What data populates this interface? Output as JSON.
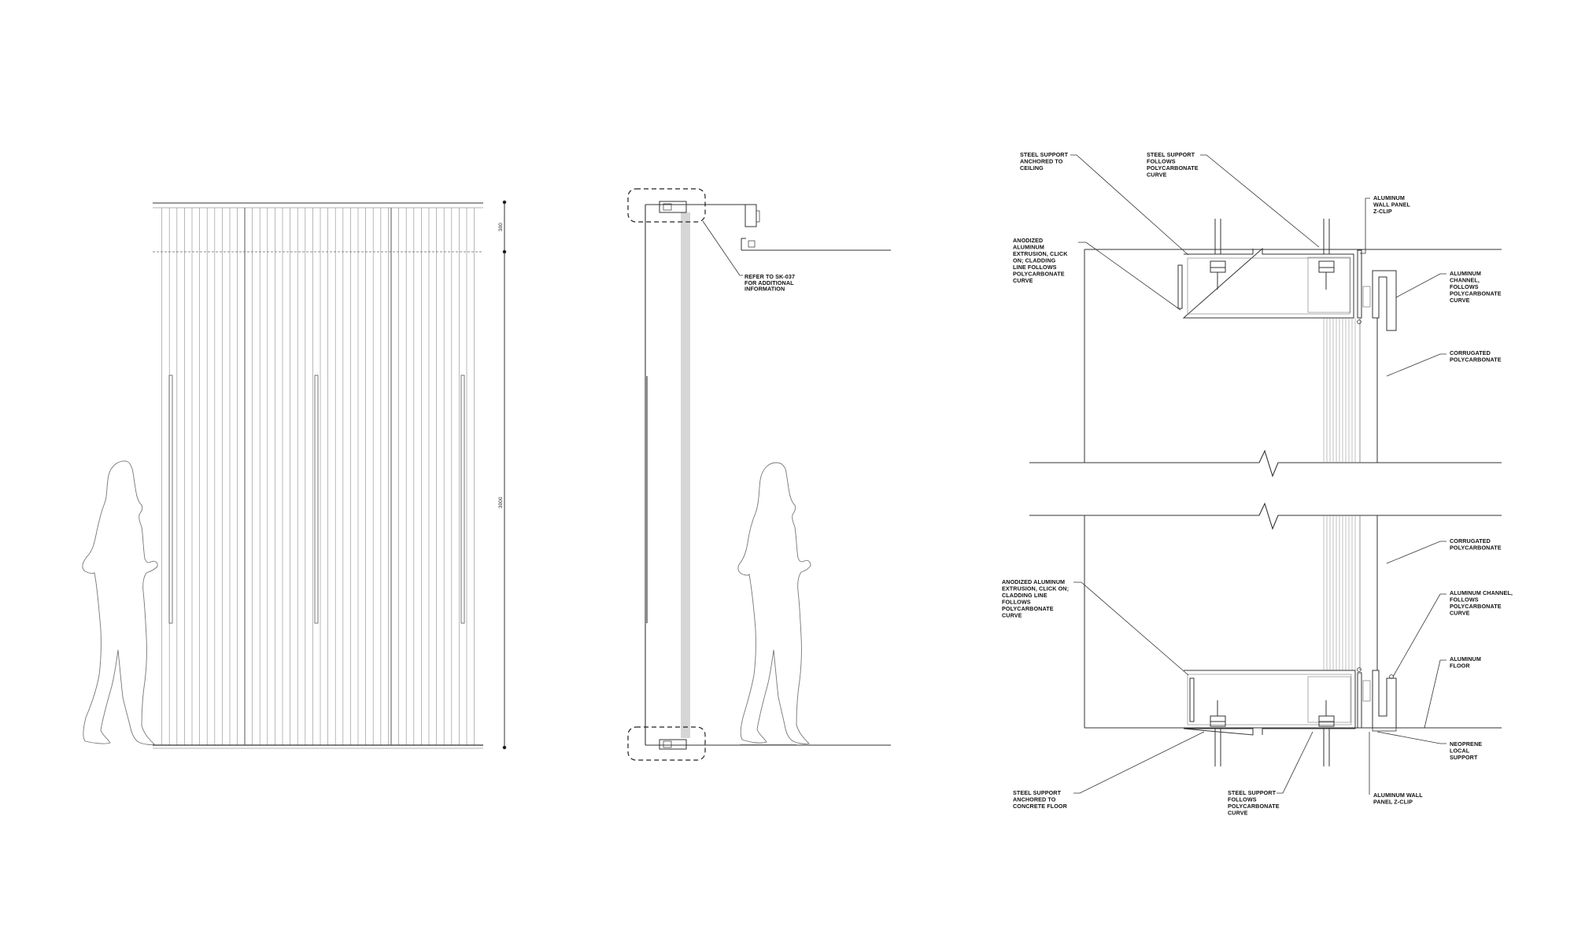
{
  "dimensions": {
    "top_band": "300",
    "main_height": "3000"
  },
  "section_note": [
    "REFER TO SK-037",
    "FOR ADDITIONAL",
    "INFORMATION"
  ],
  "labels": {
    "steel_support_ceiling": [
      "STEEL SUPPORT",
      "ANCHORED TO",
      "CEILING"
    ],
    "steel_support_curve_top": [
      "STEEL SUPPORT",
      "FOLLOWS",
      "POLYCARBONATE",
      "CURVE"
    ],
    "aluminum_zclip_top": [
      "ALUMINUM",
      "WALL PANEL",
      "Z-CLIP"
    ],
    "anodized_top": [
      "ANODIZED",
      "ALUMINUM",
      "EXTRUSION, CLICK",
      "ON; CLADDING",
      "LINE FOLLOWS",
      "POLYCARBONATE",
      "CURVE"
    ],
    "aluminum_channel_top": [
      "ALUMINUM",
      "CHANNEL,",
      "FOLLOWS",
      "POLYCARBONATE",
      "CURVE"
    ],
    "corrugated_top": [
      "CORRUGATED",
      "POLYCARBONATE"
    ],
    "corrugated_bottom": [
      "CORRUGATED",
      "POLYCARBONATE"
    ],
    "anodized_bottom": [
      "ANODIZED ALUMINUM",
      "EXTRUSION, CLICK ON;",
      "CLADDING LINE",
      "FOLLOWS",
      "POLYCARBONATE",
      "CURVE"
    ],
    "aluminum_channel_bottom": [
      "ALUMINUM CHANNEL,",
      "FOLLOWS",
      "POLYCARBONATE",
      "CURVE"
    ],
    "aluminum_floor": [
      "ALUMINUM",
      "FLOOR"
    ],
    "neoprene": [
      "NEOPRENE",
      "LOCAL",
      "SUPPORT"
    ],
    "steel_support_floor": [
      "STEEL SUPPORT",
      "ANCHORED TO",
      "CONCRETE FLOOR"
    ],
    "steel_support_curve_bottom": [
      "STEEL SUPPORT",
      "FOLLOWS",
      "POLYCARBONATE",
      "CURVE"
    ],
    "aluminum_zclip_bottom": [
      "ALUMINUM WALL",
      "PANEL Z-CLIP"
    ]
  }
}
